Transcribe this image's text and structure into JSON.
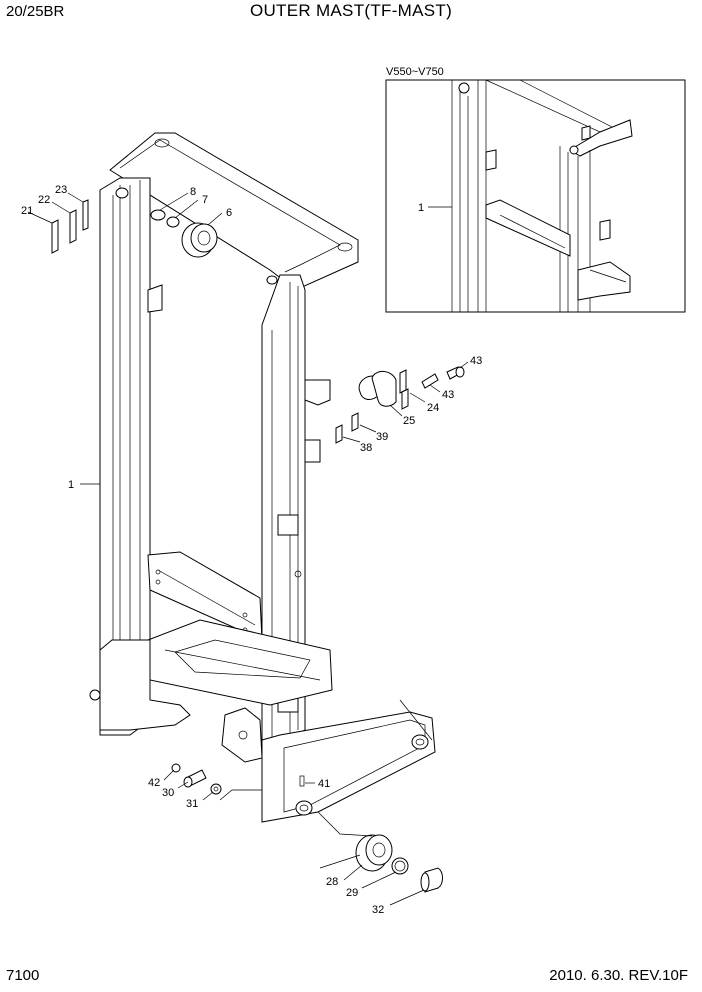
{
  "header": {
    "model": "20/25BR",
    "title": "OUTER MAST(TF-MAST)"
  },
  "inset": {
    "label": "V550~V750",
    "callout": "1"
  },
  "callouts": {
    "c1": "1",
    "c6": "6",
    "c7": "7",
    "c8": "8",
    "c21": "21",
    "c22": "22",
    "c23": "23",
    "c24": "24",
    "c25": "25",
    "c28": "28",
    "c29": "29",
    "c30": "30",
    "c31": "31",
    "c32": "32",
    "c38": "38",
    "c39": "39",
    "c41": "41",
    "c42": "42",
    "c43a": "43",
    "c43b": "43"
  },
  "footer": {
    "page": "7100",
    "revision": "2010. 6.30.  REV.10F"
  }
}
